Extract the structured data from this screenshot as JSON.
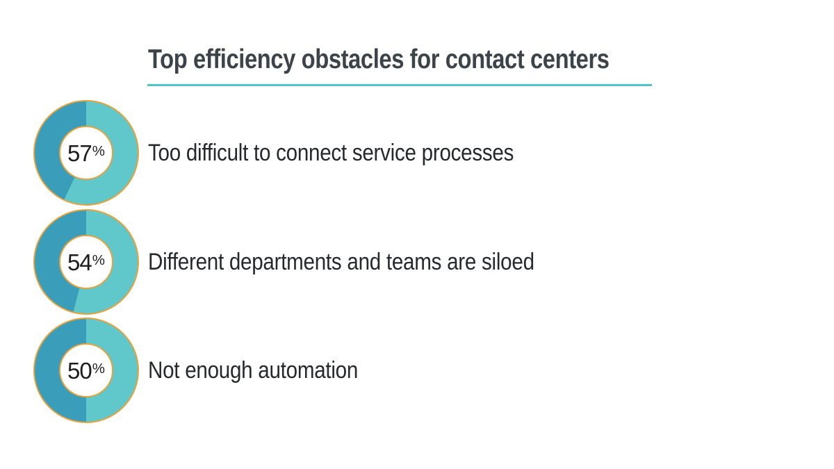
{
  "title": "Top efficiency obstacles for contact centers",
  "colors": {
    "background": "#ffffff",
    "title_text": "#3c4349",
    "label_text": "#26292c",
    "pct_text": "#1c1c1c",
    "accent_teal": "#4ec5c9",
    "ring_orange": "#e8a23c",
    "donut_light": "#60c7ca",
    "donut_dark": "#3a9db9"
  },
  "chart_data": {
    "type": "pie",
    "subtype": "donut-list",
    "title": "Top efficiency obstacles for contact centers",
    "legend_position": "none",
    "value_segment_color": "#60c7ca",
    "remainder_segment_color": "#3a9db9",
    "segment_start": "top, clockwise",
    "items": [
      {
        "label": "Too difficult to connect service processes",
        "value": 57,
        "pct_number": "57",
        "pct_symbol": "%"
      },
      {
        "label": "Different departments and teams are siloed",
        "value": 54,
        "pct_number": "54",
        "pct_symbol": "%"
      },
      {
        "label": "Not enough automation",
        "value": 50,
        "pct_number": "50",
        "pct_symbol": "%"
      }
    ]
  }
}
